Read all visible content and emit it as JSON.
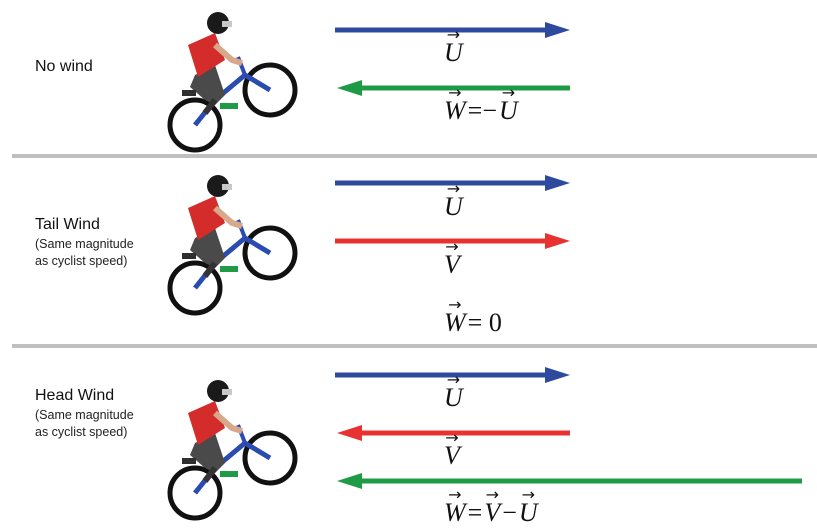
{
  "colors": {
    "cyclist_vector": "#2e4a9e",
    "wind_vector": "#e83232",
    "relative_wind": "#1f9b45",
    "divider": "#bfbfbf"
  },
  "panels": [
    {
      "title": "No wind",
      "subtitle": [
        "",
        ""
      ],
      "equations": {
        "u": "U",
        "w_lhs": "W",
        "w_rhs_sign": "=−",
        "w_rhs": "U"
      }
    },
    {
      "title": "Tail Wind",
      "subtitle": [
        "(Same magnitude",
        "as cyclist speed)"
      ],
      "equations": {
        "u": "U",
        "v": "V",
        "w_lhs": "W",
        "w_rhs": "= 0"
      }
    },
    {
      "title": "Head Wind",
      "subtitle": [
        "(Same magnitude",
        "as cyclist speed)"
      ],
      "equations": {
        "u": "U",
        "v": "V",
        "w_lhs": "W",
        "w_eq": "=",
        "w_v": "V",
        "w_minus": "−",
        "w_u": "U"
      }
    }
  ],
  "icons": {
    "cyclist": "bmx-cyclist-icon",
    "vector_arrow": "→"
  }
}
